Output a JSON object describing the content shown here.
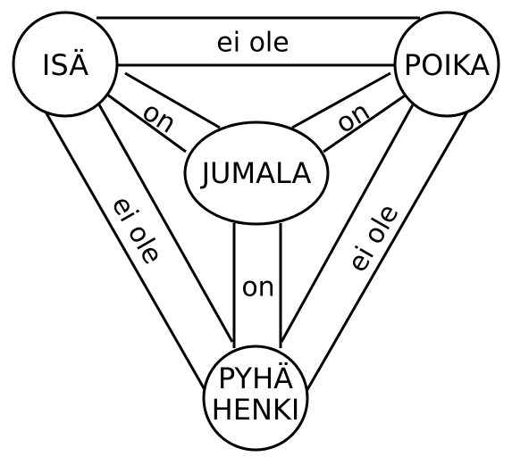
{
  "nodes": {
    "isa": "ISÄ",
    "poika": "POIKA",
    "jumala": "JUMALA",
    "pyha_henki_line1": "PYHÄ",
    "pyha_henki_line2": "HENKI"
  },
  "edges": {
    "isa_poika": "ei ole",
    "isa_jumala": "on",
    "poika_jumala": "on",
    "isa_pyha_henki": "ei ole",
    "poika_pyha_henki": "ei ole",
    "jumala_pyha_henki": "on"
  },
  "colors": {
    "line": "#000000",
    "background": "#ffffff"
  }
}
